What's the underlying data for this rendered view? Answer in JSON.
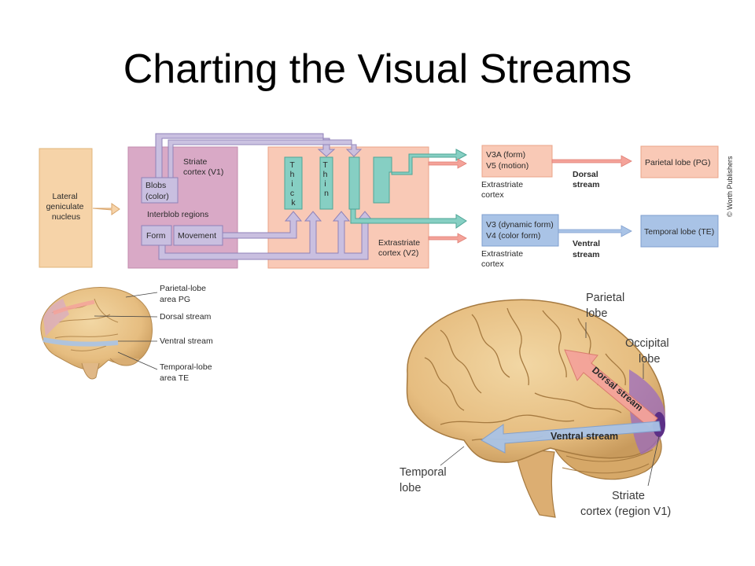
{
  "slide": {
    "title": "Charting the Visual Streams"
  },
  "flow": {
    "lgn": [
      "Lateral",
      "geniculate",
      "nucleus"
    ],
    "striate": [
      "Striate",
      "cortex (V1)"
    ],
    "blobs": [
      "Blobs",
      "(color)"
    ],
    "interblob": "Interblob regions",
    "form": "Form",
    "movement": "Movement",
    "thick": [
      "T",
      "h",
      "i",
      "c",
      "k"
    ],
    "thin": [
      "T",
      "h",
      "i",
      "n"
    ],
    "v2": [
      "Extrastriate",
      "cortex (V2)"
    ],
    "dorsal_box": [
      "V3A (form)",
      "V5 (motion)"
    ],
    "dorsal_extra": [
      "Extrastriate",
      "cortex"
    ],
    "dorsal_stream": [
      "Dorsal",
      "stream"
    ],
    "parietal": "Parietal lobe (PG)",
    "ventral_box": [
      "V3 (dynamic form)",
      "V4 (color form)"
    ],
    "ventral_extra": [
      "Extrastriate",
      "cortex"
    ],
    "ventral_stream": [
      "Ventral",
      "stream"
    ],
    "temporal": "Temporal lobe (TE)",
    "copyright": "© Worth Publishers"
  },
  "small_brain": {
    "parietal_pg": [
      "Parietal-lobe",
      "area PG"
    ],
    "dorsal": "Dorsal stream",
    "ventral": "Ventral stream",
    "temporal_te": [
      "Temporal-lobe",
      "area TE"
    ]
  },
  "large_brain": {
    "parietal": [
      "Parietal",
      "lobe"
    ],
    "occipital": [
      "Occipital",
      "lobe"
    ],
    "dorsal": "Dorsal stream",
    "ventral": "Ventral stream",
    "temporal": [
      "Temporal",
      "lobe"
    ],
    "striate": [
      "Striate",
      "cortex (region V1)"
    ]
  },
  "colors": {
    "lgn_fill": "#f6d3a8",
    "striate_fill": "#d9a9c6",
    "v2_fill": "#f9c9b6",
    "teal": "#86cfc3",
    "lavender": "#c9bfe0",
    "dorsal_arrow": "#f4a39a",
    "ventral_arrow": "#a9c3e6",
    "brain": "#e9c58d"
  }
}
